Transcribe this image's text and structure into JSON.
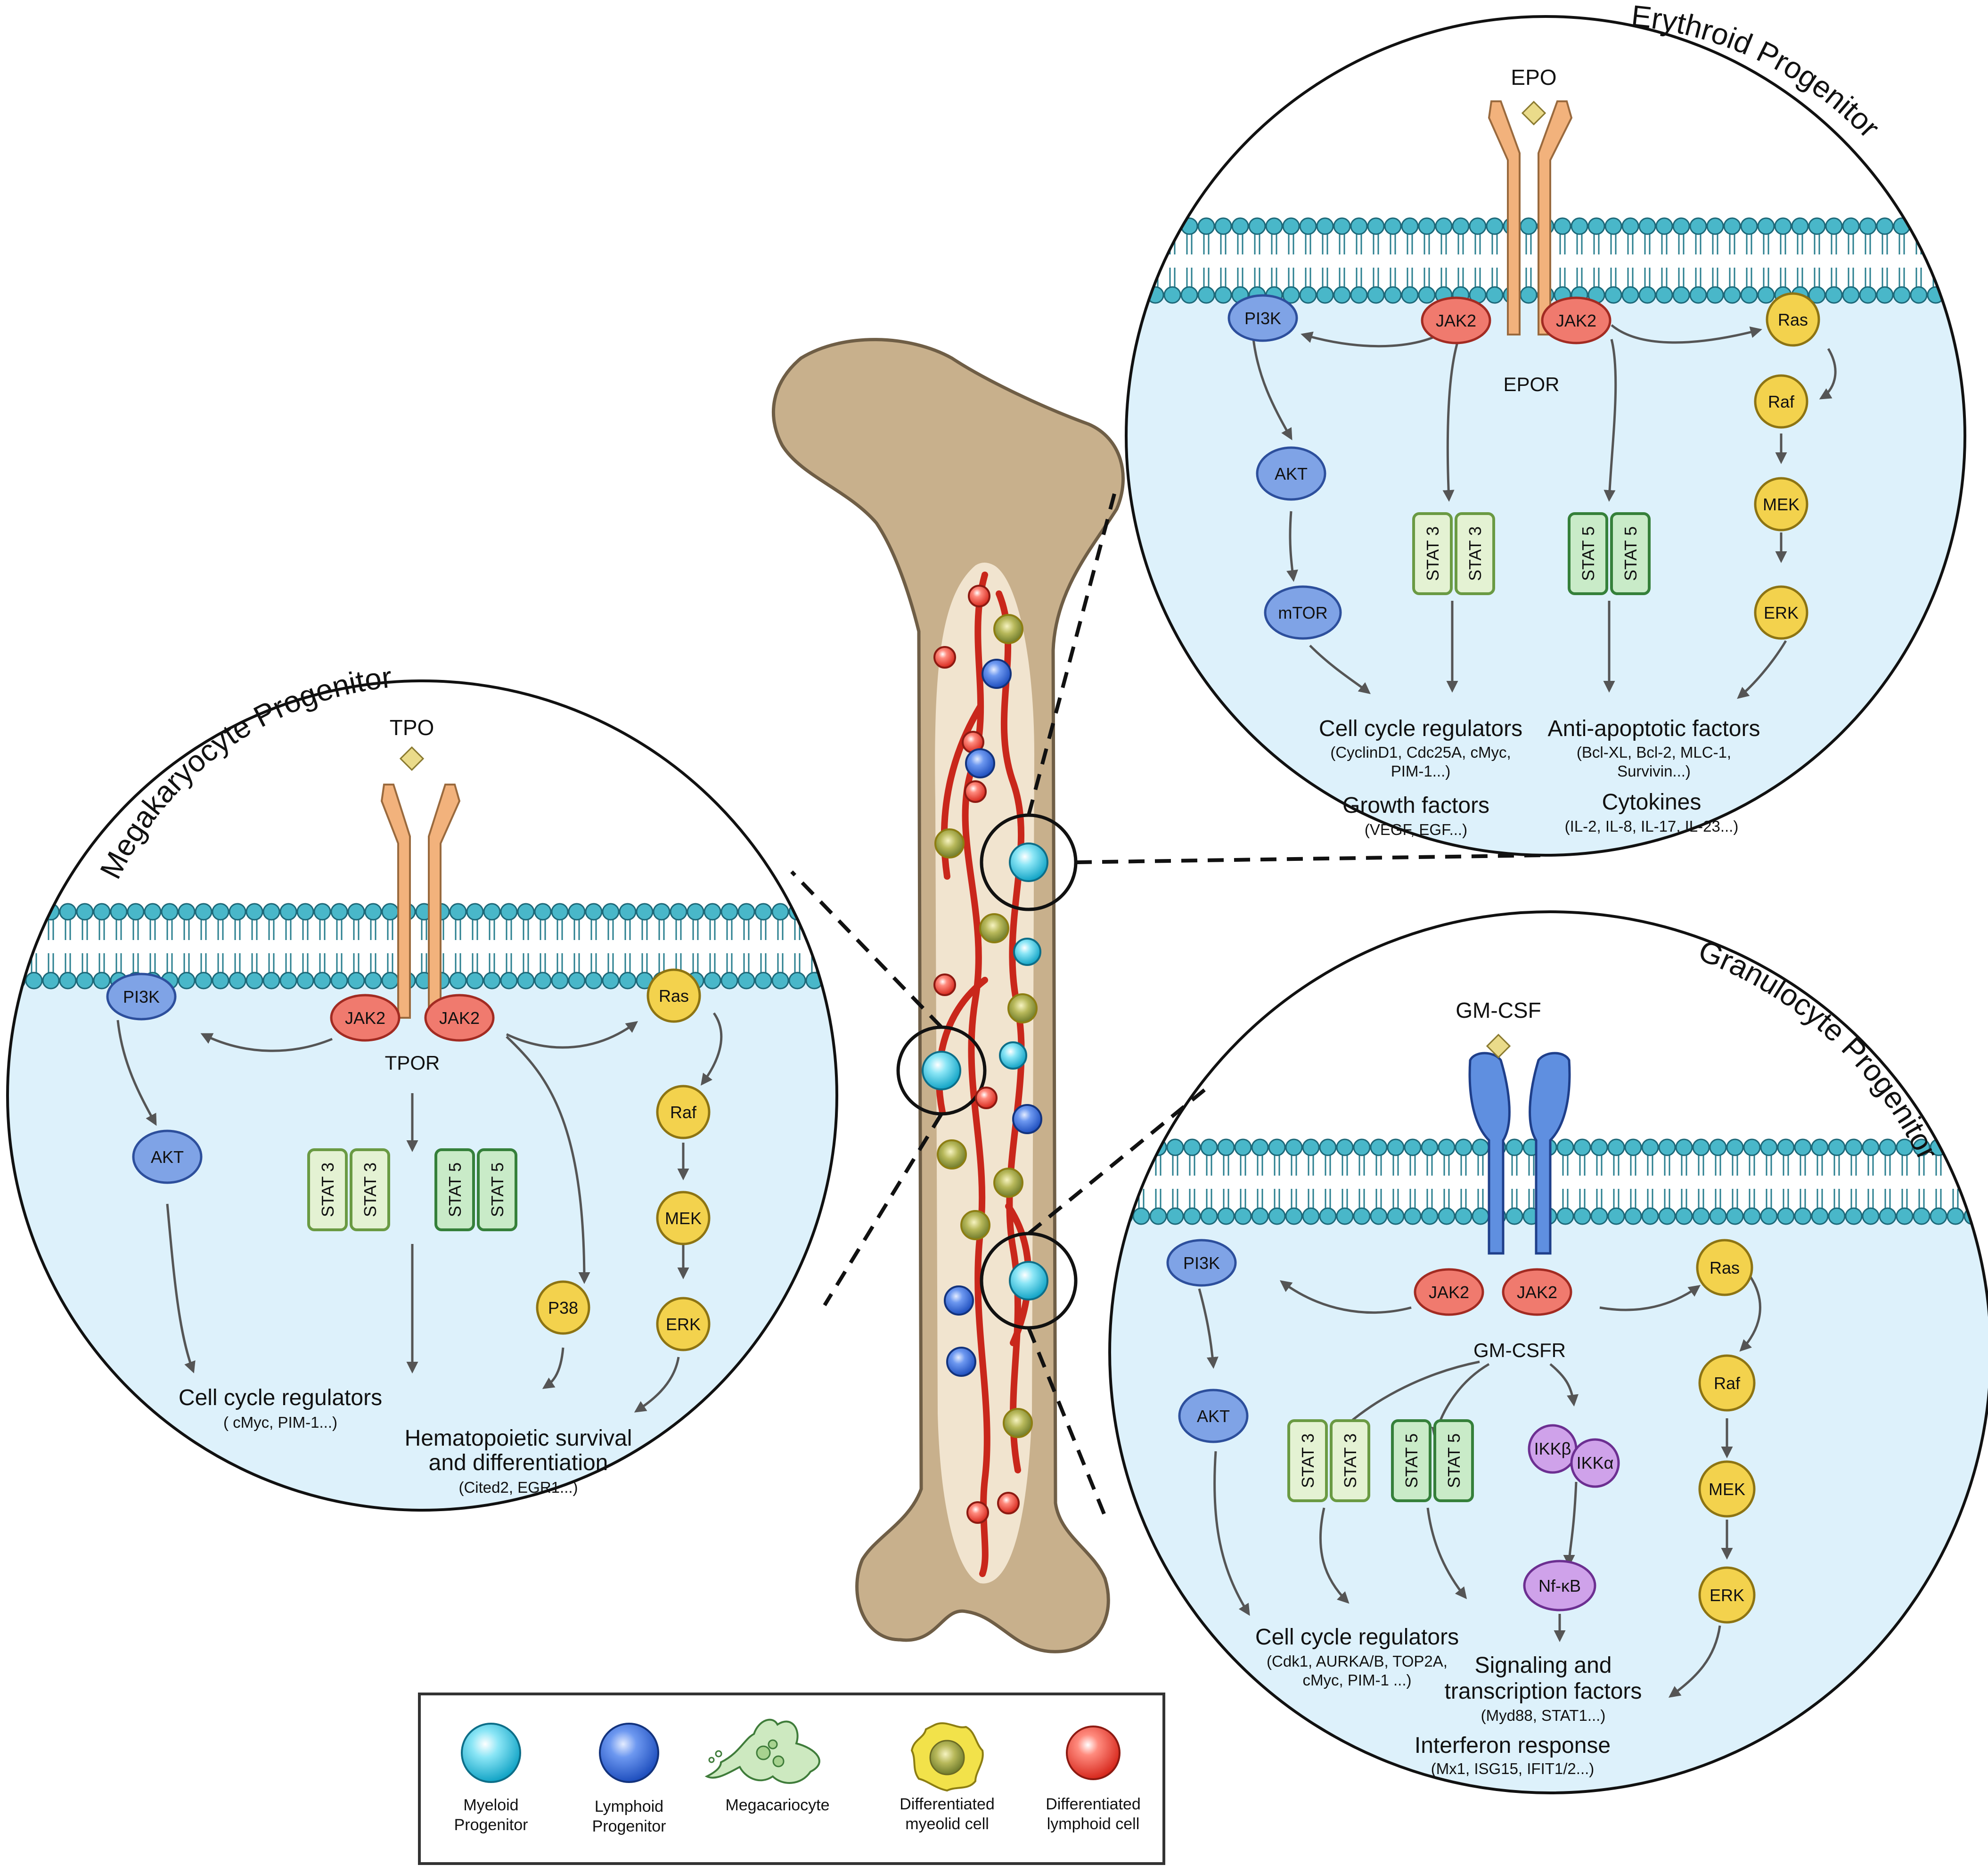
{
  "colors": {
    "cytoplasm": "#ddf1fb",
    "membrane_head": "#49b7c9",
    "bone": "#c8b08c",
    "bone_stroke": "#6f5e46",
    "marrow": "#f1e4cf",
    "vessel": "#c9271b",
    "jak_fill": "#f07a6e",
    "pi3k_fill": "#7fa3e6",
    "yellow_fill": "#f3d24d",
    "stat3_fill": "#e4f2d3",
    "stat3_stroke": "#6a9a43",
    "stat5_fill": "#c9ebc8",
    "stat5_stroke": "#35803a",
    "ikk_fill": "#cfa2ea",
    "receptor_orange": "#f2b27c",
    "receptor_blue": "#5f8fe0",
    "ligand": "#eadb8a"
  },
  "panels": {
    "megakaryocyte": {
      "title": "Megakaryocyte Progenitor",
      "ligand": "TPO",
      "receptor": "TPOR",
      "nodes": {
        "pi3k": "PI3K",
        "akt": "AKT",
        "jak2_left": "JAK2",
        "jak2_right": "JAK2",
        "ras": "Ras",
        "raf": "Raf",
        "mek": "MEK",
        "erk": "ERK",
        "p38": "P38",
        "stat3_a": "STAT 3",
        "stat3_b": "STAT 3",
        "stat5_a": "STAT 5",
        "stat5_b": "STAT 5"
      },
      "outcomes": {
        "cell_cycle_title": "Cell cycle regulators",
        "cell_cycle_sub": "( cMyc, PIM-1...)",
        "survival_title_1": "Hematopoietic survival",
        "survival_title_2": "and differentiation",
        "survival_sub": "(Cited2, EGR1...)"
      }
    },
    "erythroid": {
      "title": "Erythroid Progenitor",
      "ligand": "EPO",
      "receptor": "EPOR",
      "nodes": {
        "pi3k": "PI3K",
        "akt": "AKT",
        "mtor": "mTOR",
        "jak2_left": "JAK2",
        "jak2_right": "JAK2",
        "ras": "Ras",
        "raf": "Raf",
        "mek": "MEK",
        "erk": "ERK",
        "stat3_a": "STAT 3",
        "stat3_b": "STAT 3",
        "stat5_a": "STAT 5",
        "stat5_b": "STAT 5"
      },
      "outcomes": {
        "cell_cycle_title": "Cell cycle regulators",
        "cell_cycle_sub_1": "(CyclinD1, Cdc25A, cMyc,",
        "cell_cycle_sub_2": "PIM-1...)",
        "growth_title": "Growth factors",
        "growth_sub": "(VEGF, EGF...)",
        "antiapoptotic_title": "Anti-apoptotic factors",
        "antiapoptotic_sub_1": "(Bcl-XL, Bcl-2, MLC-1,",
        "antiapoptotic_sub_2": "Survivin...)",
        "cytokines_title": "Cytokines",
        "cytokines_sub": "(IL-2, IL-8, IL-17, IL-23...)"
      }
    },
    "granulocyte": {
      "title": "Granulocyte  Progenitor",
      "ligand": "GM-CSF",
      "receptor": "GM-CSFR",
      "nodes": {
        "pi3k": "PI3K",
        "akt": "AKT",
        "jak2_left": "JAK2",
        "jak2_right": "JAK2",
        "ras": "Ras",
        "raf": "Raf",
        "mek": "MEK",
        "erk": "ERK",
        "stat3_a": "STAT 3",
        "stat3_b": "STAT 3",
        "stat5_a": "STAT 5",
        "stat5_b": "STAT 5",
        "ikkb": "IKKβ",
        "ikka": "IKKα",
        "nfkb": "Nf-κB"
      },
      "outcomes": {
        "cell_cycle_title": "Cell cycle regulators",
        "cell_cycle_sub_1": "(Cdk1, AURKA/B, TOP2A,",
        "cell_cycle_sub_2": "cMyc, PIM-1 ...)",
        "signaling_title_1": "Signaling and",
        "signaling_title_2": "transcription factors",
        "signaling_sub": "(Myd88, STAT1...)",
        "interferon_title": "Interferon response",
        "interferon_sub": "(Mx1, ISG15, IFIT1/2...)"
      }
    }
  },
  "legend": {
    "items": [
      {
        "line1": "Myeloid",
        "line2": "Progenitor",
        "icon": "myeloid-progenitor-icon"
      },
      {
        "line1": "Lymphoid",
        "line2": "Progenitor",
        "icon": "lymphoid-progenitor-icon"
      },
      {
        "line1": "Megacariocyte",
        "line2": "",
        "icon": "megakaryocyte-icon"
      },
      {
        "line1": "Differentiated",
        "line2": "myeolid cell",
        "icon": "differentiated-myeloid-cell-icon"
      },
      {
        "line1": "Differentiated",
        "line2": "lymphoid cell",
        "icon": "differentiated-lymphoid-cell-icon"
      }
    ]
  }
}
